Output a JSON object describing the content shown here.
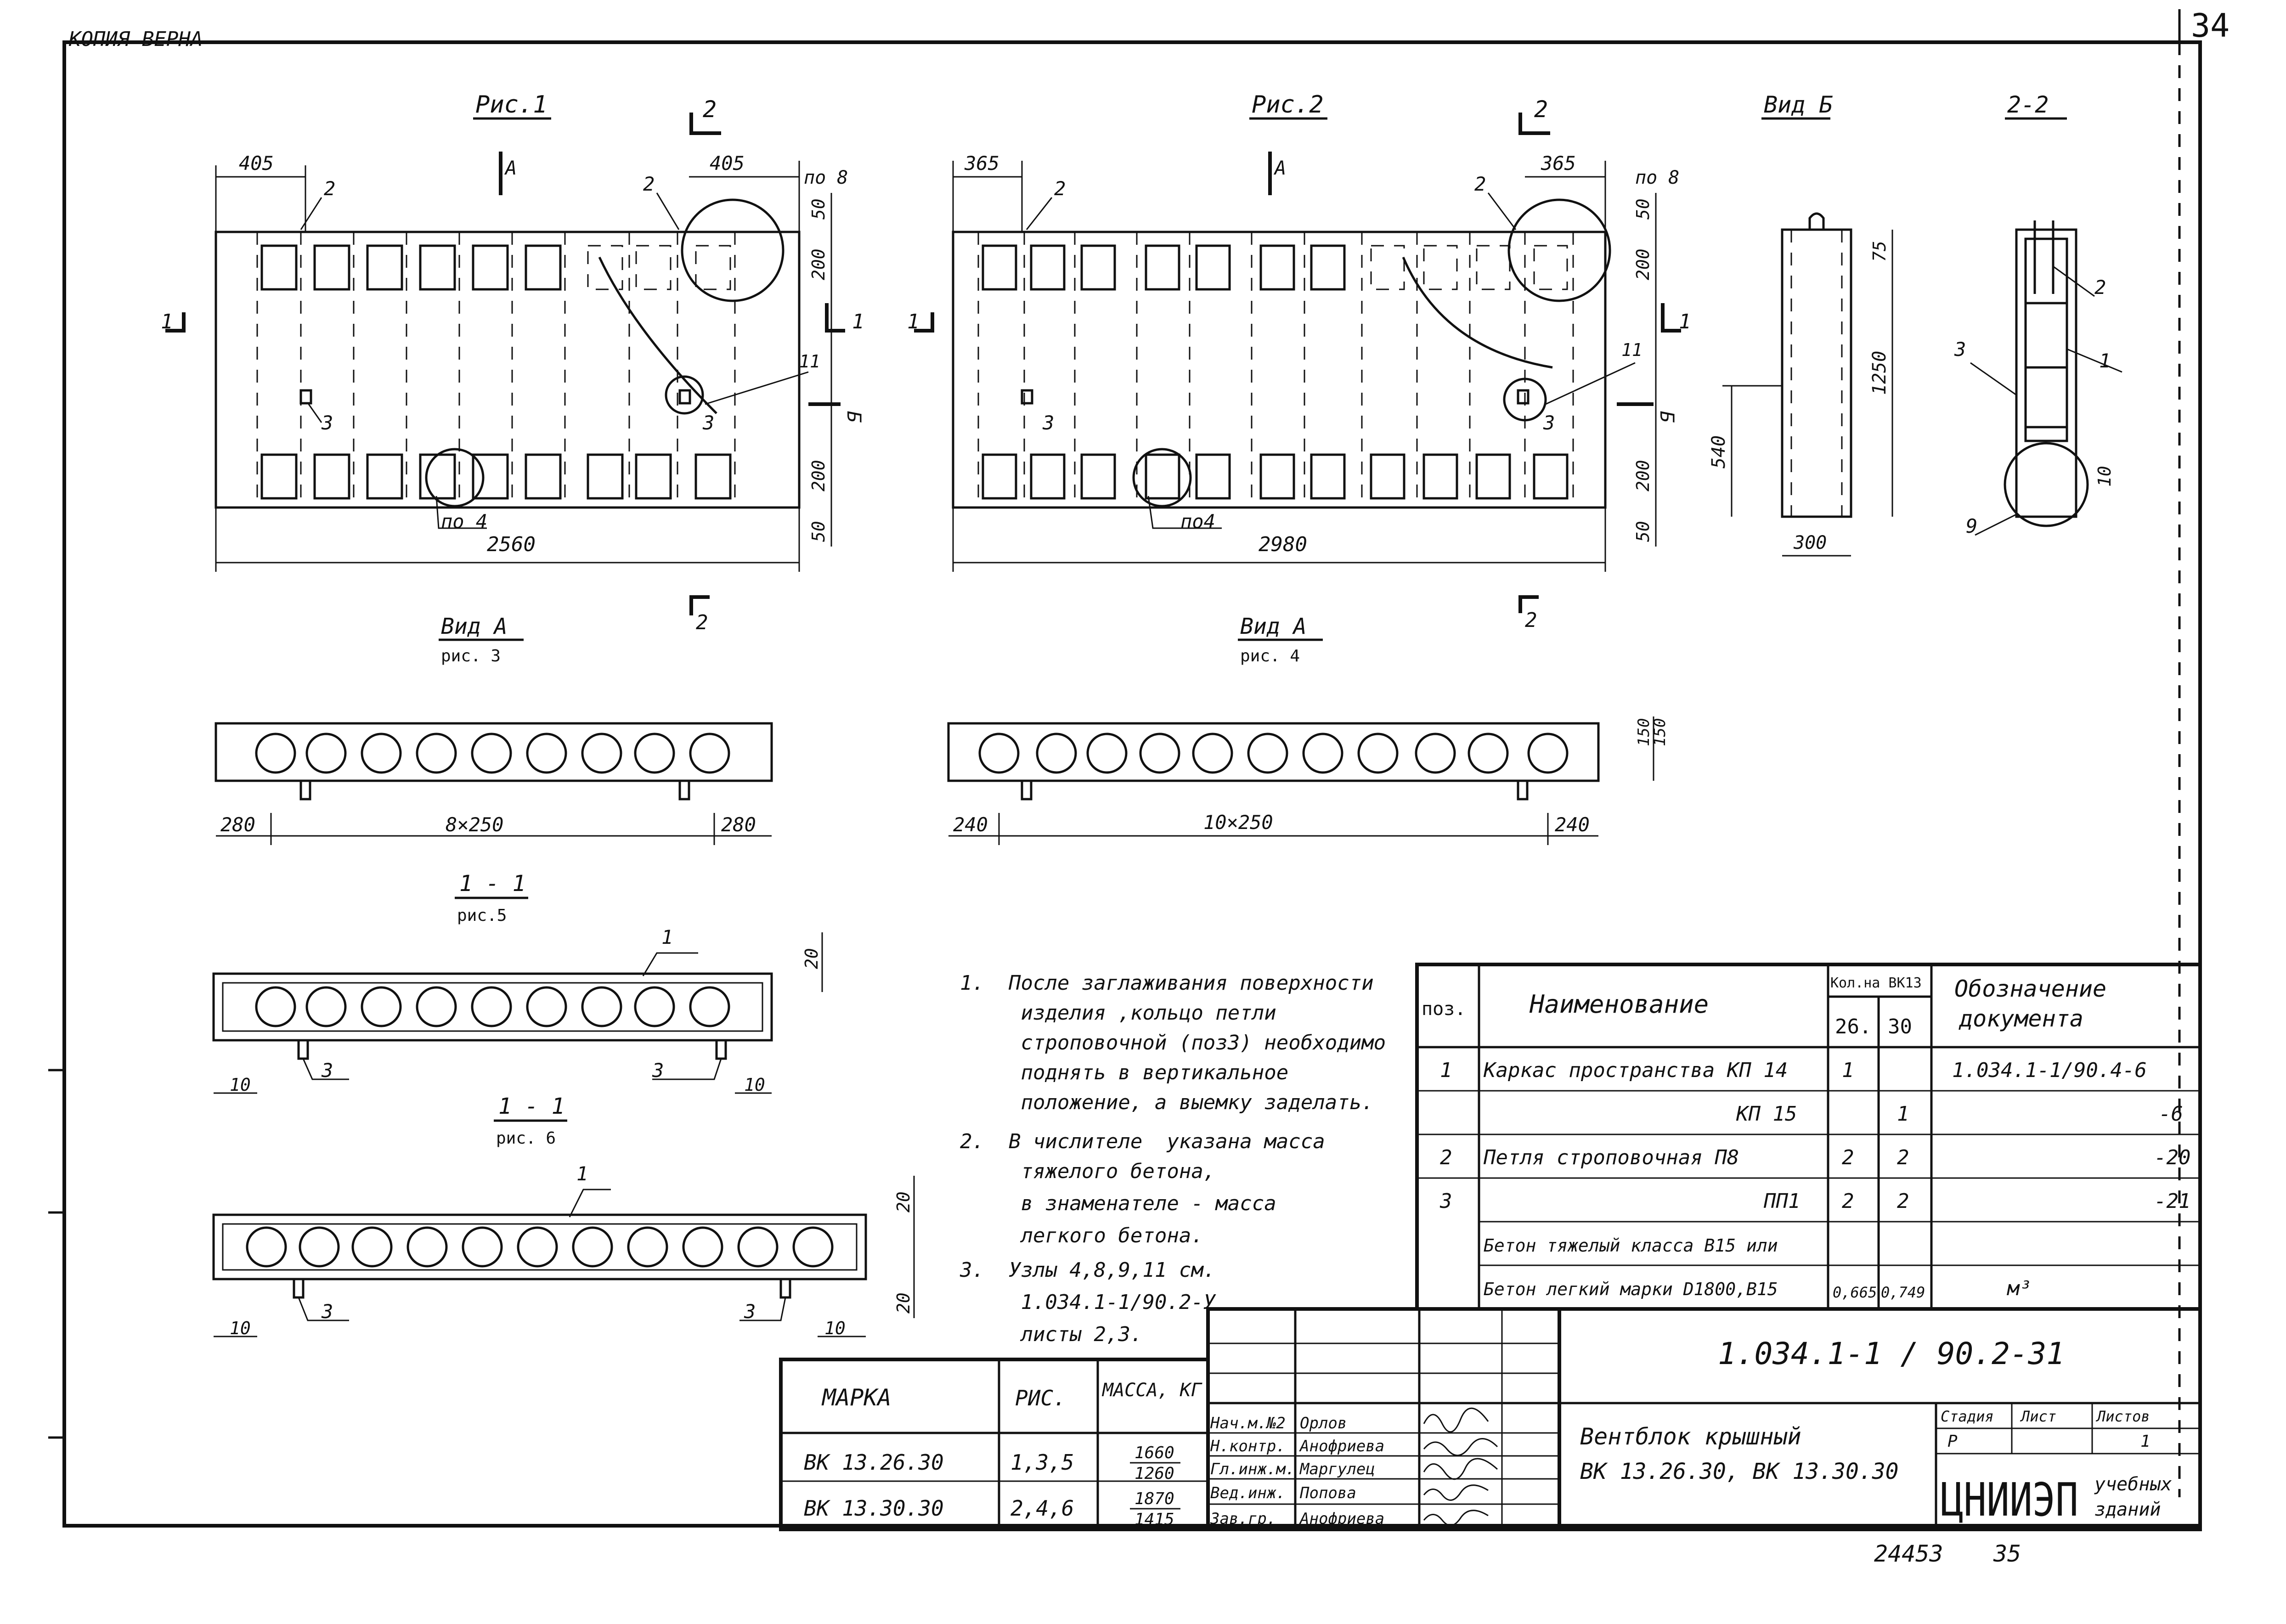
{
  "header": {
    "copy_mark": "КОПИЯ ВЕРНА",
    "sheet_number": "34"
  },
  "figures": {
    "fig1": {
      "title": "Рис.1",
      "section_mark": "2",
      "view_mark": "А",
      "section_1": "1",
      "view_b": "Б",
      "dims": {
        "left_top": "405",
        "right_top": "405",
        "poz": "по 8",
        "total": "2560",
        "v50_top": "50",
        "v200_top": "200",
        "v200_bot": "200",
        "v50_bot": "50"
      },
      "callouts": {
        "c2a": "2",
        "c2b": "2",
        "c3a": "3",
        "c3b": "3",
        "c11": "11",
        "node4": "по 4"
      }
    },
    "fig2": {
      "title": "Рис.2",
      "section_mark": "2",
      "view_mark": "А",
      "section_1": "1",
      "view_b": "Б",
      "dims": {
        "left_top": "365",
        "right_top": "365",
        "poz": "по 8",
        "total": "2980",
        "v50_top": "50",
        "v200_top": "200",
        "v200_bot": "200",
        "v50_bot": "50"
      },
      "callouts": {
        "c2a": "2",
        "c2b": "2",
        "c3a": "3",
        "c3b": "3",
        "c11": "11",
        "node4": "по4"
      }
    },
    "view_b": {
      "title": "Вид Б",
      "d75": "75",
      "d1250": "1250",
      "d540": "540",
      "d300": "300"
    },
    "sec22": {
      "title": "2-2",
      "c2": "2",
      "c3": "3",
      "c1": "1",
      "c9": "9",
      "d10": "10"
    },
    "fig3": {
      "title": "Вид А",
      "sub": "рис. 3",
      "d_left": "280",
      "d_mid": "8×250",
      "d_right": "280"
    },
    "fig4": {
      "title": "Вид А",
      "sub": "рис. 4",
      "d_left": "240",
      "d_mid": "10×250",
      "d_right": "240",
      "d150a": "150",
      "d150b": "150"
    },
    "fig5": {
      "title": "1 - 1",
      "sub": "рис.5",
      "c1": "1",
      "c3a": "3",
      "c3b": "3",
      "d10a": "10",
      "d10b": "10",
      "d20": "20"
    },
    "fig6": {
      "title": "1 - 1",
      "sub": "рис. 6",
      "c1": "1",
      "c3a": "3",
      "c3b": "3",
      "d10a": "10",
      "d10b": "10",
      "d20a": "20",
      "d20b": "20"
    }
  },
  "notes": [
    "1.  После заглаживания поверхности",
    "     изделия ,кольцо петли",
    "     строповочной (поз3) необходимо",
    "     поднять в вертикальное",
    "     положение, а выемку заделать.",
    "2.  В числителе  указана масса",
    "     тяжелого бетона,",
    "     в знаменателе - масса",
    "     легкого бетона.",
    "3.  Узлы 4,8,9,11 см.",
    "     1.034.1-1/90.2-У",
    "     листы 2,3."
  ],
  "spec_table": {
    "headers": {
      "pos": "поз.",
      "name": "Наименование",
      "qty": "Кол.на ВК13",
      "q26": "26.",
      "q30": "30",
      "doc1": "Обозначение",
      "doc2": "документа"
    },
    "rows": [
      {
        "pos": "1",
        "name": "Каркас пространства КП 14",
        "q26": "1",
        "q30": "",
        "doc": "1.034.1-1/90.4-6"
      },
      {
        "pos": "",
        "name": "КП 15",
        "q26": "",
        "q30": "1",
        "doc": "-6"
      },
      {
        "pos": "2",
        "name": "Петля строповочная П8",
        "q26": "2",
        "q30": "2",
        "doc": "-20"
      },
      {
        "pos": "3",
        "name": "ПП1",
        "q26": "2",
        "q30": "2",
        "doc": "-21"
      },
      {
        "pos": "",
        "name": "Бетон тяжелый класса В15 или",
        "q26": "",
        "q30": "",
        "doc": ""
      },
      {
        "pos": "",
        "name": "Бетон легкий марки D1800,В15",
        "q26": "0,665",
        "q30": "0,749",
        "doc": "м³"
      }
    ]
  },
  "mark_table": {
    "headers": {
      "mark": "МАРКА",
      "fig": "РИС.",
      "mass": "МАССА, КГ"
    },
    "rows": [
      {
        "mark": "ВК 13.26.30",
        "fig": "1,3,5",
        "m_num": "1660",
        "m_den": "1260"
      },
      {
        "mark": "ВК 13.30.30",
        "fig": "2,4,6",
        "m_num": "1870",
        "m_den": "1415"
      }
    ]
  },
  "title_block": {
    "doc_code": "1.034.1-1 / 90.2-31",
    "signatures": [
      {
        "role": "Нач.м.№2",
        "name": "Орлов"
      },
      {
        "role": "Н.контр.",
        "name": "Анофриева"
      },
      {
        "role": "Гл.инж.м.",
        "name": "Маргулец"
      },
      {
        "role": "Вед.инж.",
        "name": "Попова"
      },
      {
        "role": "Зав.гр.",
        "name": "Анофриева"
      }
    ],
    "product_line1": "Вентблок крышный",
    "product_line2": "ВК 13.26.30, ВК 13.30.30",
    "stage_h": "Стадия",
    "sheet_h": "Лист",
    "sheets_h": "Листов",
    "stage": "Р",
    "sheet": "",
    "sheets": "1",
    "org": "ЦНИИЭП",
    "org_sub1": "учебных",
    "org_sub2": "зданий"
  },
  "footer": {
    "archive": "24453",
    "page": "35"
  }
}
